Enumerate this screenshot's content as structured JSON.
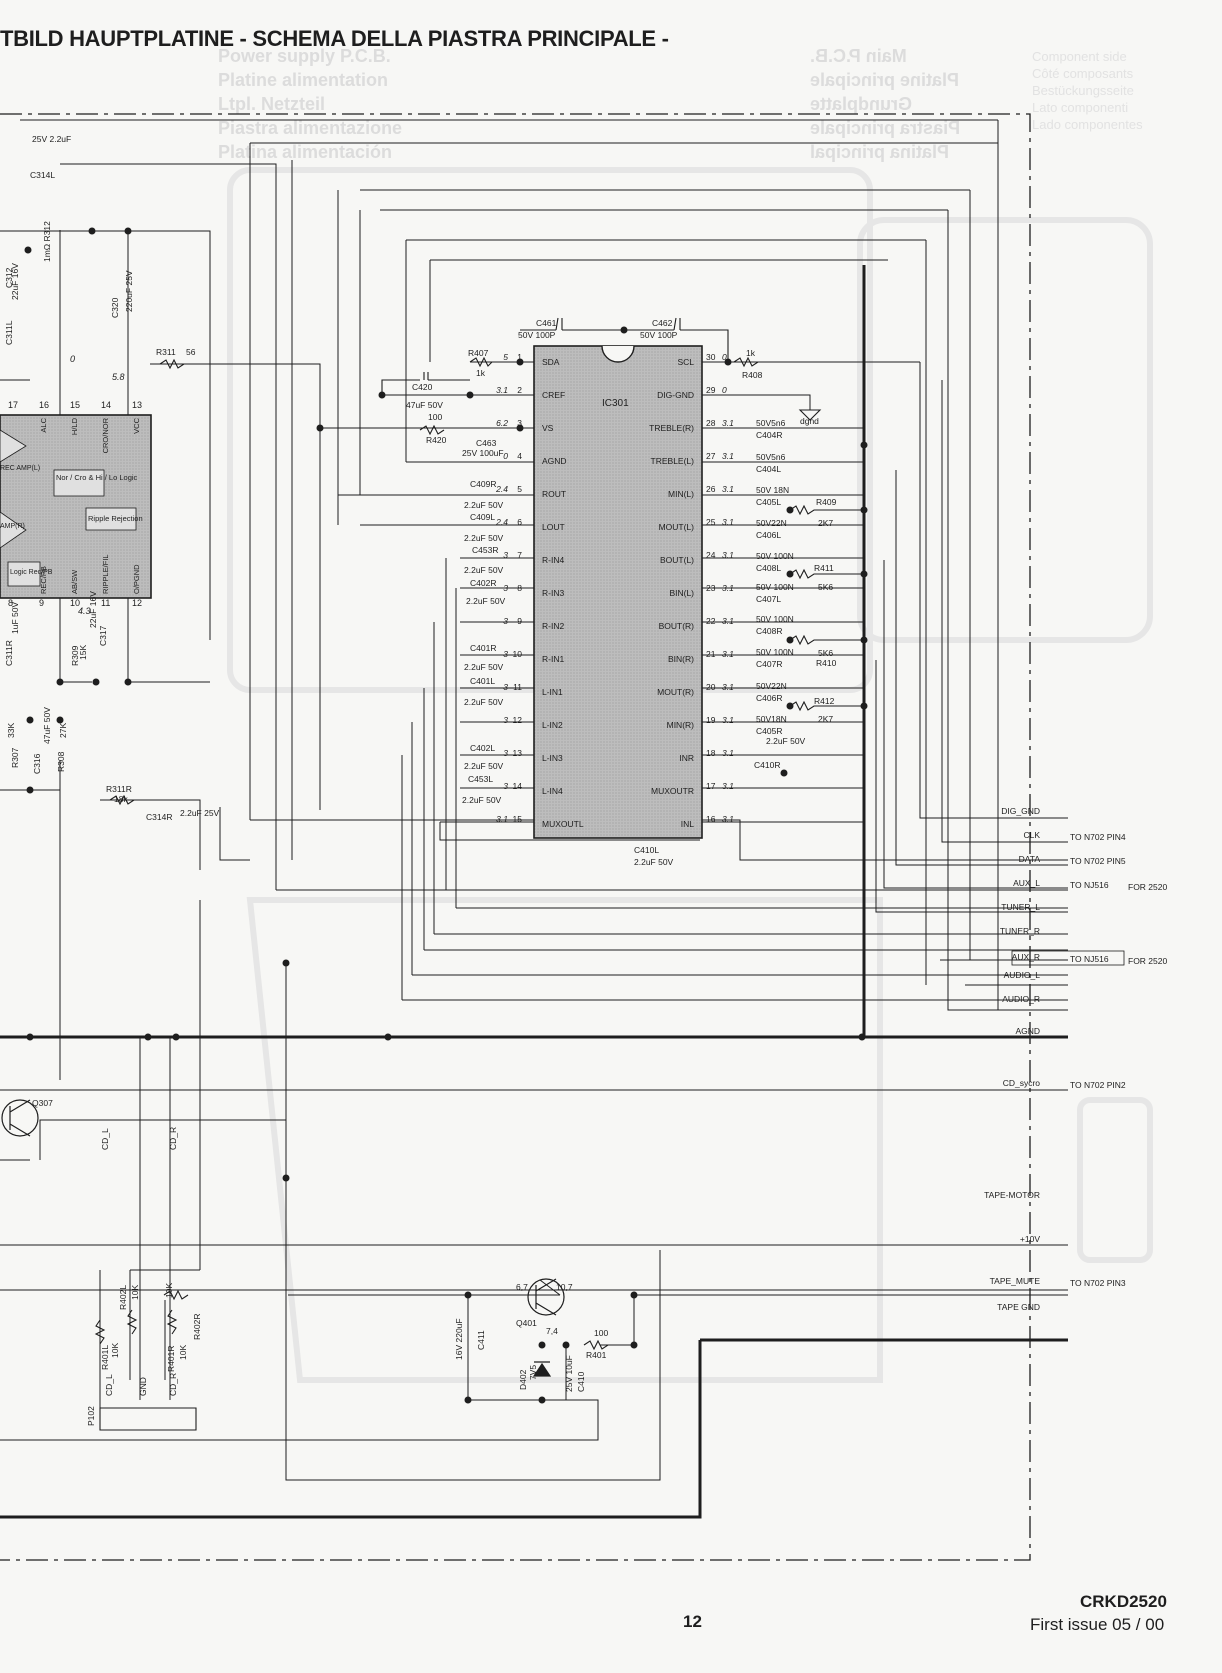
{
  "header": {
    "title": "TBILD HAUPTPLATINE - SCHEMA DELLA PIASTRA PRINCIPALE -"
  },
  "background_text": {
    "left": [
      "Power supply P.C.B.",
      "Platine alimentation",
      "Ltpl. Netzteil",
      "Piastra alimentazione",
      "Platina alimentación"
    ],
    "right": [
      "Main P.C.B.",
      "Platine principale",
      "Grundplatte",
      "Piastra principale",
      "Platina principal"
    ],
    "side": [
      "Component side",
      "Côté composants",
      "Bestückungsseite",
      "Lato componenti",
      "Lado componentes"
    ]
  },
  "ic301": {
    "name": "IC301",
    "left_pins": [
      {
        "n": "1",
        "label": "SDA",
        "v": "5"
      },
      {
        "n": "2",
        "label": "CREF",
        "v": "3.1"
      },
      {
        "n": "3",
        "label": "VS",
        "v": "6.2"
      },
      {
        "n": "4",
        "label": "AGND",
        "v": "0"
      },
      {
        "n": "5",
        "label": "ROUT",
        "v": "2.4"
      },
      {
        "n": "6",
        "label": "LOUT",
        "v": "2.4"
      },
      {
        "n": "7",
        "label": "R-IN4",
        "v": "3"
      },
      {
        "n": "8",
        "label": "R-IN3",
        "v": "3"
      },
      {
        "n": "9",
        "label": "R-IN2",
        "v": "3"
      },
      {
        "n": "10",
        "label": "R-IN1",
        "v": "3"
      },
      {
        "n": "11",
        "label": "L-IN1",
        "v": "3"
      },
      {
        "n": "12",
        "label": "L-IN2",
        "v": "3"
      },
      {
        "n": "13",
        "label": "L-IN3",
        "v": "3"
      },
      {
        "n": "14",
        "label": "L-IN4",
        "v": "3"
      },
      {
        "n": "15",
        "label": "MUXOUTL",
        "v": "3.1"
      }
    ],
    "right_pins": [
      {
        "n": "30",
        "label": "SCL",
        "v": "0"
      },
      {
        "n": "29",
        "label": "DIG-GND",
        "v": "0"
      },
      {
        "n": "28",
        "label": "TREBLE(R)",
        "v": "3.1"
      },
      {
        "n": "27",
        "label": "TREBLE(L)",
        "v": "3.1"
      },
      {
        "n": "26",
        "label": "MIN(L)",
        "v": "3.1"
      },
      {
        "n": "25",
        "label": "MOUT(L)",
        "v": "3.1"
      },
      {
        "n": "24",
        "label": "BOUT(L)",
        "v": "3.1"
      },
      {
        "n": "23",
        "label": "BIN(L)",
        "v": "3.1"
      },
      {
        "n": "22",
        "label": "BOUT(R)",
        "v": "3.1"
      },
      {
        "n": "21",
        "label": "BIN(R)",
        "v": "3.1"
      },
      {
        "n": "20",
        "label": "MOUT(R)",
        "v": "3.1"
      },
      {
        "n": "19",
        "label": "MIN(R)",
        "v": "3.1"
      },
      {
        "n": "18",
        "label": "INR",
        "v": "3.1"
      },
      {
        "n": "17",
        "label": "MUXOUTR",
        "v": "3.1"
      },
      {
        "n": "16",
        "label": "INL",
        "v": "3.1"
      }
    ]
  },
  "left_ic": {
    "top_pins": [
      "17",
      "16",
      "15",
      "14",
      "13"
    ],
    "top_pin_labels": [
      "ALC",
      "H/LD",
      "CRO/NOR",
      "VCC"
    ],
    "bottom_pins": [
      "8",
      "9",
      "10",
      "11",
      "12"
    ],
    "bottom_pin_labels": [
      "REC/PB",
      "AB/SW",
      "RIPPLE/FIL",
      "O/PGND"
    ],
    "blocks": [
      "Nor / Cro & Hi / Lo Logic",
      "Ripple Rejection",
      "Logic Rec/PB",
      "REC AMP(L)",
      "AMP(R)"
    ],
    "voltages": [
      "0",
      "5.8",
      "4.3"
    ]
  },
  "component_labels": [
    {
      "id": "c461",
      "text": "C461"
    },
    {
      "id": "c461v",
      "text": "50V 100P"
    },
    {
      "id": "c462",
      "text": "C462"
    },
    {
      "id": "c462v",
      "text": "50V 100P"
    },
    {
      "id": "r407",
      "text": "R407"
    },
    {
      "id": "r407v",
      "text": "1k"
    },
    {
      "id": "r408",
      "text": "R408"
    },
    {
      "id": "r408v",
      "text": "1k"
    },
    {
      "id": "c420",
      "text": "C420"
    },
    {
      "id": "c420v",
      "text": "47uF 50V"
    },
    {
      "id": "r420",
      "text": "R420"
    },
    {
      "id": "r420v",
      "text": "100"
    },
    {
      "id": "c463",
      "text": "C463"
    },
    {
      "id": "c463v",
      "text": "25V 100uF"
    },
    {
      "id": "dgnd",
      "text": "dgnd"
    },
    {
      "id": "c409r",
      "text": "C409R"
    },
    {
      "id": "c409rv",
      "text": "2.2uF 50V"
    },
    {
      "id": "c409l",
      "text": "C409L"
    },
    {
      "id": "c409lv",
      "text": "2.2uF 50V"
    },
    {
      "id": "c453r",
      "text": "C453R"
    },
    {
      "id": "c453rv",
      "text": "2.2uF 50V"
    },
    {
      "id": "c402r",
      "text": "C402R"
    },
    {
      "id": "c402rv",
      "text": "2.2uF 50V"
    },
    {
      "id": "c401r",
      "text": "C401R"
    },
    {
      "id": "c401rv",
      "text": "2.2uF 50V"
    },
    {
      "id": "c401l",
      "text": "C401L"
    },
    {
      "id": "c401lv",
      "text": "2.2uF 50V"
    },
    {
      "id": "c402l",
      "text": "C402L"
    },
    {
      "id": "c402lv",
      "text": "2.2uF 50V"
    },
    {
      "id": "c453l",
      "text": "C453L"
    },
    {
      "id": "c453lv",
      "text": "2.2uF 50V"
    },
    {
      "id": "c410l",
      "text": "C410L"
    },
    {
      "id": "c410lv",
      "text": "2.2uF 50V"
    },
    {
      "id": "c404rv",
      "text": "50V5n6"
    },
    {
      "id": "c404r",
      "text": "C404R"
    },
    {
      "id": "c404lv",
      "text": "50V5n6"
    },
    {
      "id": "c404l",
      "text": "C404L"
    },
    {
      "id": "c405lv",
      "text": "50V 18N"
    },
    {
      "id": "c405l",
      "text": "C405L"
    },
    {
      "id": "c406lv",
      "text": "50V22N"
    },
    {
      "id": "c406l",
      "text": "C406L"
    },
    {
      "id": "c408lv",
      "text": "50V 100N"
    },
    {
      "id": "c408l",
      "text": "C408L"
    },
    {
      "id": "c407lv",
      "text": "50V 100N"
    },
    {
      "id": "c407l",
      "text": "C407L"
    },
    {
      "id": "c408rv",
      "text": "50V 100N"
    },
    {
      "id": "c408r",
      "text": "C408R"
    },
    {
      "id": "c407rv",
      "text": "50V 100N"
    },
    {
      "id": "c407r",
      "text": "C407R"
    },
    {
      "id": "c406rv",
      "text": "50V22N"
    },
    {
      "id": "c406r",
      "text": "C406R"
    },
    {
      "id": "c405rv",
      "text": "50V18N"
    },
    {
      "id": "c405r",
      "text": "C405R"
    },
    {
      "id": "c410rv",
      "text": "2.2uF 50V"
    },
    {
      "id": "c410r",
      "text": "C410R"
    },
    {
      "id": "r409",
      "text": "R409"
    },
    {
      "id": "r409v",
      "text": "2K7"
    },
    {
      "id": "r411",
      "text": "R411"
    },
    {
      "id": "r411v",
      "text": "5K6"
    },
    {
      "id": "r410",
      "text": "R410"
    },
    {
      "id": "r410v",
      "text": "5K6"
    },
    {
      "id": "r412",
      "text": "R412"
    },
    {
      "id": "r412v",
      "text": "2K7"
    },
    {
      "id": "c314l",
      "text": "C314L"
    },
    {
      "id": "c314lv",
      "text": "25V 2.2uF"
    },
    {
      "id": "c312",
      "text": "C312"
    },
    {
      "id": "c312v",
      "text": "22uF 16V"
    },
    {
      "id": "r312",
      "text": "1mΩ R312"
    },
    {
      "id": "c320",
      "text": "C320"
    },
    {
      "id": "c320v",
      "text": "220uF 25V"
    },
    {
      "id": "c311l",
      "text": "C311L"
    },
    {
      "id": "r311",
      "text": "R311"
    },
    {
      "id": "r311v",
      "text": "56"
    },
    {
      "id": "c311r",
      "text": "C311R"
    },
    {
      "id": "c311rv",
      "text": "1uF 50V"
    },
    {
      "id": "r309",
      "text": "R309"
    },
    {
      "id": "r309v",
      "text": "15K"
    },
    {
      "id": "c317",
      "text": "C317"
    },
    {
      "id": "c317v",
      "text": "22uF 16V"
    },
    {
      "id": "r307",
      "text": "R307"
    },
    {
      "id": "r307v",
      "text": "33K"
    },
    {
      "id": "c316",
      "text": "C316"
    },
    {
      "id": "c316v",
      "text": "47uF 50V"
    },
    {
      "id": "r308",
      "text": "R308"
    },
    {
      "id": "r308v",
      "text": "27K"
    },
    {
      "id": "r311r",
      "text": "R311R"
    },
    {
      "id": "r311rv",
      "text": "18k"
    },
    {
      "id": "c314r",
      "text": "C314R"
    },
    {
      "id": "c314rv",
      "text": "2.2uF 25V"
    },
    {
      "id": "q307",
      "text": "Q307"
    },
    {
      "id": "cdl",
      "text": "CD_L"
    },
    {
      "id": "cdr",
      "text": "CD_R"
    },
    {
      "id": "r402l",
      "text": "R402L"
    },
    {
      "id": "r402lv",
      "text": "10K"
    },
    {
      "id": "r401l",
      "text": "R401L"
    },
    {
      "id": "r401lv",
      "text": "10K"
    },
    {
      "id": "r401r",
      "text": "R401R"
    },
    {
      "id": "r401rv",
      "text": "10K"
    },
    {
      "id": "r402r",
      "text": "R402R"
    },
    {
      "id": "r402rv",
      "text": "10K"
    },
    {
      "id": "p102",
      "text": "P102"
    },
    {
      "id": "p102_1",
      "text": "CD_L"
    },
    {
      "id": "p102_2",
      "text": "GND"
    },
    {
      "id": "p102_3",
      "text": "CD_R"
    },
    {
      "id": "c411",
      "text": "C411"
    },
    {
      "id": "c411v",
      "text": "16V 220uF"
    },
    {
      "id": "q401",
      "text": "Q401"
    },
    {
      "id": "d402",
      "text": "D402"
    },
    {
      "id": "d402v",
      "text": "7V5"
    },
    {
      "id": "c410",
      "text": "C410"
    },
    {
      "id": "c410v",
      "text": "25V 10uF"
    },
    {
      "id": "r401",
      "text": "R401"
    },
    {
      "id": "r401v",
      "text": "100"
    },
    {
      "id": "q401v1",
      "text": "6,7"
    },
    {
      "id": "q401v2",
      "text": "10,7"
    },
    {
      "id": "q401v3",
      "text": "7,4"
    }
  ],
  "connectors": [
    {
      "label": "DIG_GND",
      "dest": "",
      "note": ""
    },
    {
      "label": "CLK",
      "dest": "TO N702 PIN4",
      "note": ""
    },
    {
      "label": "DATA",
      "dest": "TO N702 PIN5",
      "note": ""
    },
    {
      "label": "AUX_L",
      "dest": "TO NJ516",
      "note": "FOR 2520"
    },
    {
      "label": "TUNER_L",
      "dest": "",
      "note": ""
    },
    {
      "label": "TUNER_R",
      "dest": "",
      "note": ""
    },
    {
      "label": "AUX_R",
      "dest": "TO NJ516",
      "note": "FOR 2520"
    },
    {
      "label": "AUDIO_L",
      "dest": "",
      "note": ""
    },
    {
      "label": "AUDIO_R",
      "dest": "",
      "note": ""
    },
    {
      "label": "AGND",
      "dest": "",
      "note": ""
    },
    {
      "label": "CD_sycro",
      "dest": "TO N702 PIN2",
      "note": ""
    },
    {
      "label": "TAPE-MOTOR",
      "dest": "",
      "note": ""
    },
    {
      "label": "+10V",
      "dest": "",
      "note": ""
    },
    {
      "label": "TAPE_MUTE",
      "dest": "TO N702 PIN3",
      "note": ""
    },
    {
      "label": "TAPE GND",
      "dest": "",
      "note": ""
    }
  ],
  "footer": {
    "page_number": "12",
    "model": "CRKD2520",
    "issue": "First issue 05 / 00"
  },
  "colors": {
    "ink": "#1e1e1e",
    "ic_fill": "#bfbfbf",
    "paper": "#f7f7f5",
    "ghost": "#dcdcdc"
  }
}
